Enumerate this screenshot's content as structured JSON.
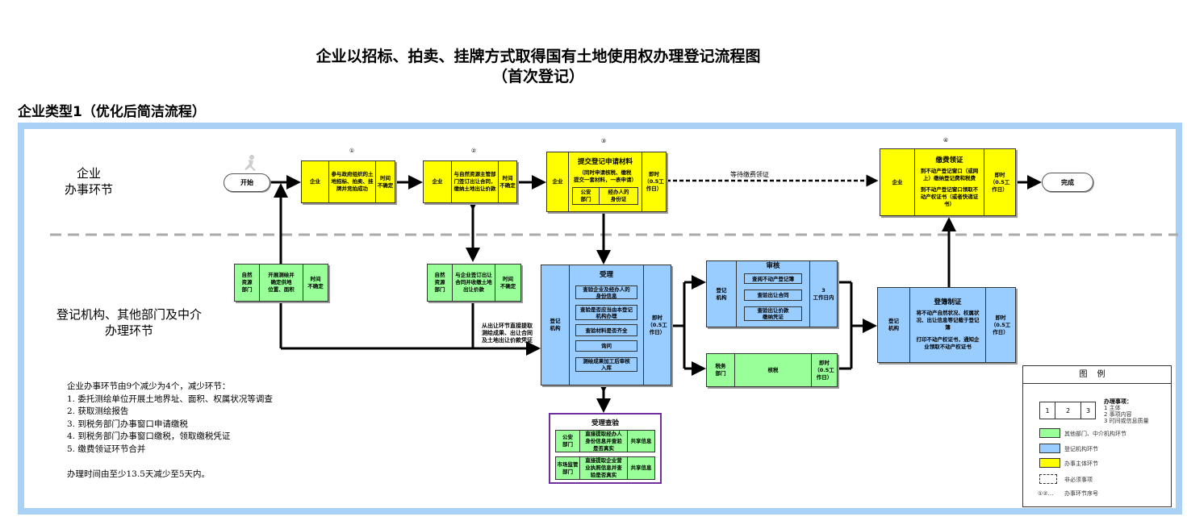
{
  "title": "企业以招标、拍卖、挂牌方式取得国有土地使用权办理登记流程图",
  "subtitle": "（首次登记）",
  "section_title": "企业类型1（优化后简洁流程）",
  "lanes": {
    "enterprise": "企业\n办事环节",
    "agency": "登记机构、其他部门及中介\n办理环节"
  },
  "start": "开始",
  "end": "完成",
  "steps": {
    "s1": {
      "num": "①",
      "actor": "企业",
      "content": "参与政府组织的土地招标、拍卖、挂牌并竞拍成功",
      "time": "时间\n不确定"
    },
    "s2": {
      "num": "②",
      "actor": "企业",
      "content": "与自然资源主管部门签订出让合同，缴纳土地出让价款",
      "time": "时间\n不确定"
    },
    "s3": {
      "num": "③",
      "actor": "企业",
      "title": "提交登记申请材料",
      "content": "（同时申请核税、缴税\n提交一套材料，一表申请）",
      "sub_left": "公安\n部门",
      "sub_right": "经办人的\n身份证",
      "time": "即时\n（0.5工\n作日）"
    },
    "s4": {
      "num": "④",
      "actor": "企业",
      "title": "缴费领证",
      "content1": "到不动产登记窗口（或网上）缴纳登记费和税费",
      "content2": "到不动产登记窗口领取不动产权证书（或者快递证书）",
      "time": "即时\n（0.5工\n作日）"
    }
  },
  "wait_label": "等待缴费领证",
  "green_a": {
    "actor": "自然\n资源\n部门",
    "content": "开展测绘并\n确定供地\n位置、面积",
    "time": "时间\n不确定"
  },
  "green_b": {
    "actor": "自然\n资源\n部门",
    "content": "与企业签订出让\n合同并收缴土地\n出让价款",
    "time": "时间\n不确定"
  },
  "extract_note": "从出让环节直接提取\n测绘成果、出让合同\n及土地出让价款凭证",
  "accept": {
    "actor": "登记\n机构",
    "title": "受理",
    "items": [
      "查验企业及经办人的\n身份信息",
      "查验是否应当由本登记\n机构办理",
      "查验材料是否齐全",
      "询问",
      "测绘成果加工后审核\n入库"
    ],
    "time": "即时\n（0.5工\n作日）"
  },
  "verify": {
    "title": "受理查验",
    "rows": [
      {
        "dept": "公安\n部门",
        "content": "直接提取经办人\n身份信息并查验\n是否真实",
        "result": "共享信息"
      },
      {
        "dept": "市场监管\n部门",
        "content": "直接提取企业营\n业执照信息并查\n验是否真实",
        "result": "共享信息"
      }
    ]
  },
  "review": {
    "actor": "登记\n机构",
    "title": "审核",
    "items": [
      "查阅不动产登记簿",
      "查验出让合同",
      "查验出让价款\n缴纳凭证"
    ],
    "time": "3\n工作日内"
  },
  "tax": {
    "actor": "税务\n部门",
    "content": "核税",
    "time": "即时\n（0.5工\n作日）"
  },
  "register": {
    "actor": "登记\n机构",
    "title": "登簿制证",
    "content1": "将不动产自然状况、权属状况、出让信息等记载于登记簿",
    "content2": "打印不动产权证书，通知企业领取不动产权证书",
    "time": "即时\n（0.5工\n作日）"
  },
  "notes": "企业办事环节由9个减少为4个，减少环节：\n1. 委托测绘单位开展土地界址、面积、权属状况等调查\n2. 获取测绘报告\n3. 到税务部门办事窗口申请缴税\n4. 到税务部门办事窗口缴税，领取缴税凭证\n5. 缴费领证环节合并\n\n办理时间由至少13.5天减少至5天内。",
  "legend": {
    "title": "图例",
    "cells": [
      "1",
      "2",
      "3"
    ],
    "item_title": "办理事项：",
    "item_desc": "1 主体\n2 事项内容\n3 时间或信息质量",
    "green": "其他部门、中介机构环节",
    "blue": "登记机构环节",
    "yellow": "办事主体环节",
    "dashed": "非必须事项",
    "seq_symbol": "①②…",
    "seq": "办事环节序号"
  },
  "colors": {
    "yellow": "#ffff00",
    "green": "#99ff99",
    "blue": "#99ccff",
    "frame": "#a9d0f5",
    "purple": "#7030a0"
  }
}
